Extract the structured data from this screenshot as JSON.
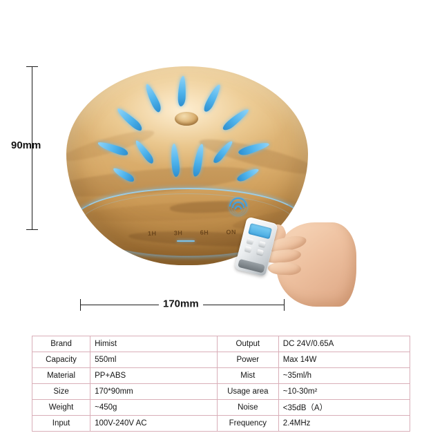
{
  "image": {
    "subject": "wood-grain aromatherapy essential oil diffuser with blue LED petal cutouts and remote control"
  },
  "dimensions": {
    "height_label": "90mm",
    "width_label": "170mm"
  },
  "product_markings": {
    "timer_labels": [
      "1H",
      "3H",
      "6H",
      "ON"
    ],
    "signal_icon": "wifi-signal-icon"
  },
  "spec_table": {
    "rows": [
      {
        "key": "Brand",
        "value": "Himist",
        "key2": "Output",
        "value2": "DC  24V/0.65A"
      },
      {
        "key": "Capacity",
        "value": "550ml",
        "key2": "Power",
        "value2": "Max  14W"
      },
      {
        "key": "Material",
        "value": "PP+ABS",
        "key2": "Mist",
        "value2": "~35ml/h"
      },
      {
        "key": "Size",
        "value": "170*90mm",
        "key2": "Usage  area",
        "value2": "~10-30m²"
      },
      {
        "key": "Weight",
        "value": "~450g",
        "key2": "Noise",
        "value2": "<35dB（A）"
      },
      {
        "key": "Input",
        "value": "100V-240V  AC",
        "key2": "Frequency",
        "value2": "2.4MHz"
      }
    ]
  },
  "colors": {
    "table_border": "#d9aeb8",
    "led_blue": "#4eb3ec",
    "wood_light": "#eac993",
    "wood_dark": "#96692f"
  }
}
